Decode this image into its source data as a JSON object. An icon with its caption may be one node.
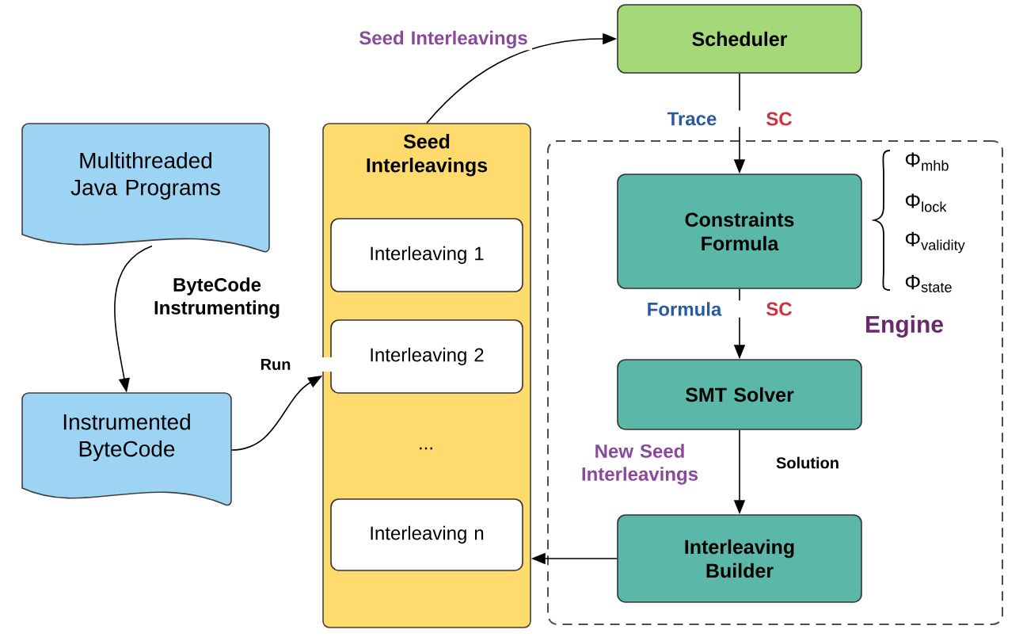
{
  "diagram": {
    "nodes": [
      {
        "text": [
          "Multithreaded Java Programs"
        ]
      },
      {
        "text": [
          "Instrumented ByteCode"
        ]
      },
      {
        "text": [
          "Seed Interleavings"
        ]
      },
      {
        "text": [
          "Interleaving 1"
        ],
        "in": 2
      },
      {
        "text": [
          "Interleaving 2"
        ],
        "in": 2
      },
      {
        "text": [
          "Interleaving n"
        ],
        "in": 2
      },
      {
        "text": [
          "Scheduler"
        ]
      },
      {
        "text": [
          "Engine"
        ]
      },
      {
        "text": [
          "Constraints Formula"
        ],
        "in": 7
      },
      {
        "text": [
          "SMT Solver"
        ],
        "in": 7
      },
      {
        "text": [
          "Interleaving Builder"
        ],
        "in": 7
      }
    ],
    "edges": [
      {
        "from": 0,
        "to": 1,
        "arrow": "to",
        "label": "ByteCode Instrumenting"
      },
      {
        "from": 1,
        "to": 2,
        "arrow": "to",
        "label": "Run"
      },
      {
        "from": 2,
        "to": 6,
        "arrow": "to",
        "label": "Seed Interleavings"
      },
      {
        "from": 6,
        "to": 8,
        "arrow": "to",
        "label": "Trace"
      },
      {
        "from": 8,
        "to": 9,
        "arrow": "to",
        "label": "Formula"
      },
      {
        "from": 9,
        "to": 10,
        "arrow": "to",
        "label": "Solution"
      },
      {
        "from": 10,
        "to": 2,
        "arrow": "to"
      }
    ],
    "labels": [
      "SC",
      "Φ$_{mhb}$",
      "Φ$_{lock}$",
      "Φ$_{validity}$",
      "Φ$_{state}$",
      "SC",
      "...",
      "New Seed Interleavings"
    ]
  }
}
